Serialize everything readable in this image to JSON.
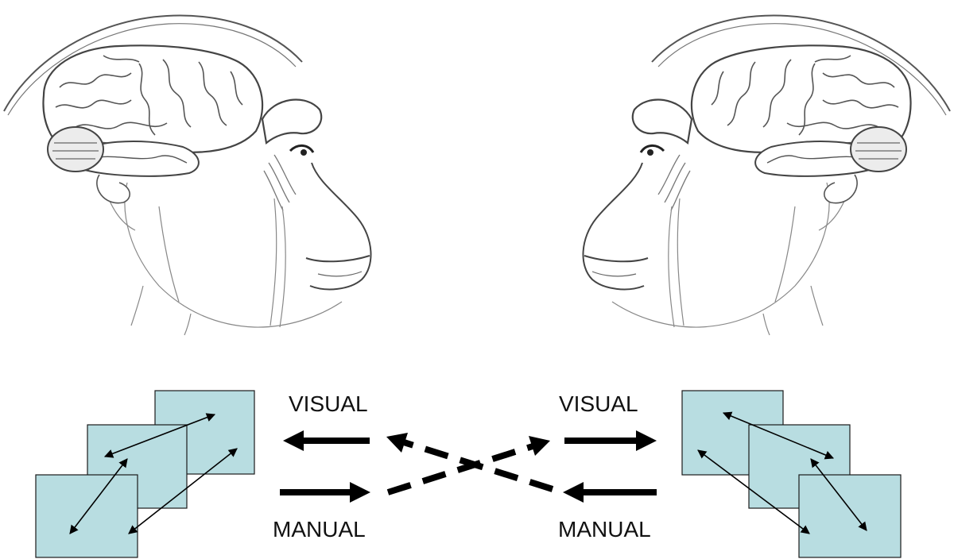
{
  "labels": {
    "left_visual": "VISUAL",
    "left_manual": "MANUAL",
    "right_visual": "VISUAL",
    "right_manual": "MANUAL"
  },
  "colors": {
    "panel_fill": "#b8dde1",
    "panel_stroke": "#1a1a1a",
    "arrow": "#000000",
    "sketch": "#5a5a5a"
  },
  "figures": {
    "left": "monkey-head-with-exposed-brain-facing-right",
    "right": "monkey-head-with-exposed-brain-facing-left"
  }
}
